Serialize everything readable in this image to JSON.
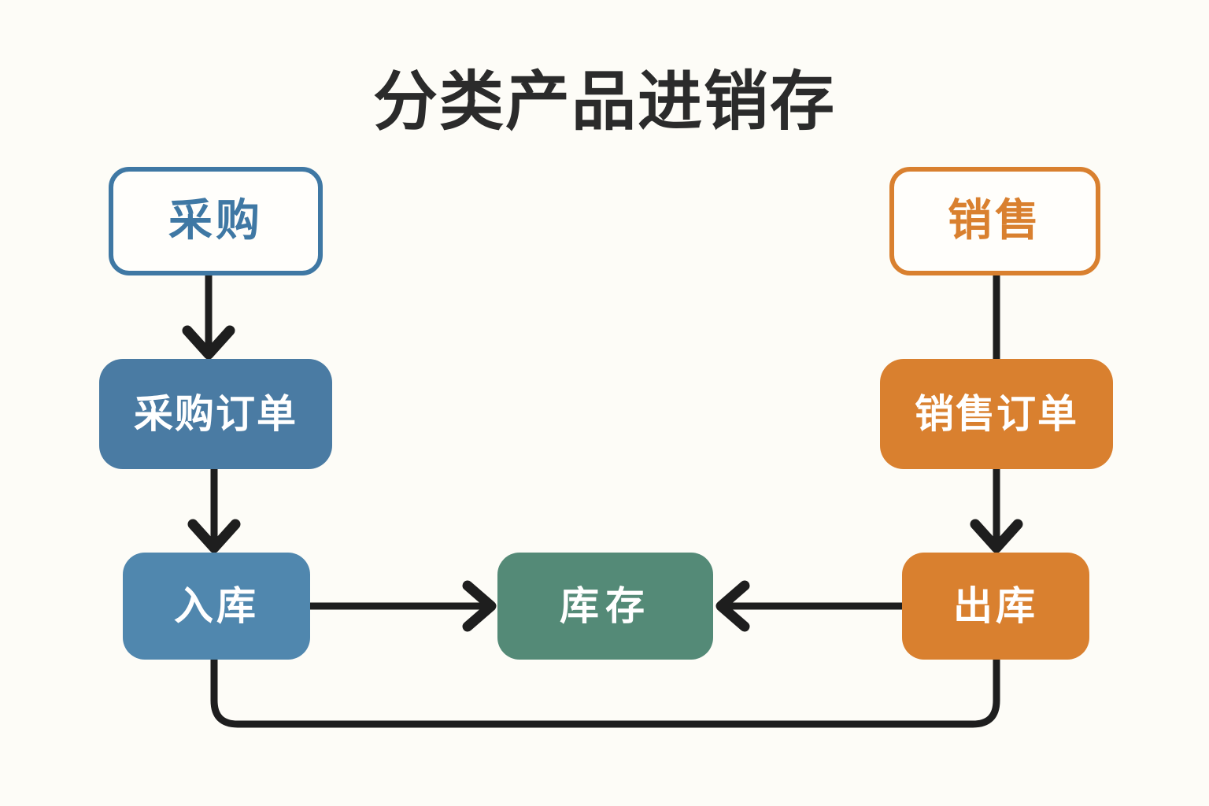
{
  "diagram": {
    "title": "分类产品进销存",
    "title_color": "#2b2b2b",
    "background_color": "#fdfcf7",
    "type": "flowchart",
    "palette": {
      "blue": "#4a7ba3",
      "blue_outline": "#3f78a4",
      "orange": "#d9802f",
      "green": "#548a77",
      "edge": "#1e1e1e",
      "node_text_light": "#ffffff"
    },
    "nodes": [
      {
        "id": "purchase",
        "label": "采购",
        "style": "outline",
        "color": "#3f78a4",
        "column": "left",
        "row": 1
      },
      {
        "id": "sales",
        "label": "销售",
        "style": "outline",
        "color": "#d9802f",
        "column": "right",
        "row": 1
      },
      {
        "id": "purchase-order",
        "label": "采购订单",
        "style": "filled",
        "color": "#4a7ba3",
        "column": "left",
        "row": 2
      },
      {
        "id": "sales-order",
        "label": "销售订单",
        "style": "filled",
        "color": "#d9802f",
        "column": "right",
        "row": 2
      },
      {
        "id": "stock-in",
        "label": "入库",
        "style": "filled",
        "color": "#5087ae",
        "column": "left",
        "row": 3
      },
      {
        "id": "inventory",
        "label": "库存",
        "style": "filled",
        "color": "#548a77",
        "column": "center",
        "row": 3
      },
      {
        "id": "stock-out",
        "label": "出库",
        "style": "filled",
        "color": "#d9802f",
        "column": "right",
        "row": 3
      }
    ],
    "edges": [
      {
        "id": "purchase-to-purchase-order",
        "from": "purchase",
        "to": "purchase-order",
        "arrow": true,
        "direction": "down"
      },
      {
        "id": "purchase-order-to-stock-in",
        "from": "purchase-order",
        "to": "stock-in",
        "arrow": true,
        "direction": "down"
      },
      {
        "id": "sales-to-sales-order",
        "from": "sales",
        "to": "sales-order",
        "arrow": false,
        "direction": "down"
      },
      {
        "id": "sales-order-to-stock-out",
        "from": "sales-order",
        "to": "stock-out",
        "arrow": true,
        "direction": "down"
      },
      {
        "id": "stock-in-to-inventory",
        "from": "stock-in",
        "to": "inventory",
        "arrow": true,
        "direction": "right"
      },
      {
        "id": "stock-out-to-inventory",
        "from": "stock-out",
        "to": "inventory",
        "arrow": true,
        "direction": "left"
      },
      {
        "id": "stock-in-to-stock-out-loop",
        "from": "stock-in",
        "to": "stock-out",
        "arrow": false,
        "direction": "bottom-loop"
      }
    ]
  }
}
